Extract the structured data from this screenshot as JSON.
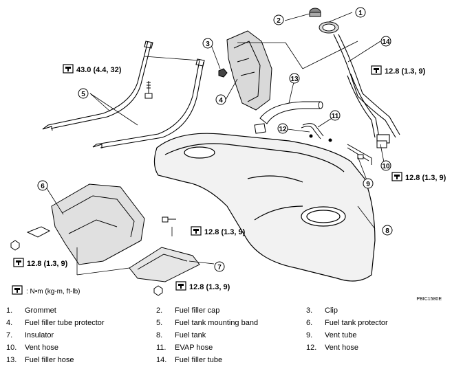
{
  "callouts": [
    {
      "n": "1"
    },
    {
      "n": "2"
    },
    {
      "n": "3"
    },
    {
      "n": "4"
    },
    {
      "n": "5"
    },
    {
      "n": "6"
    },
    {
      "n": "7"
    },
    {
      "n": "8"
    },
    {
      "n": "9"
    },
    {
      "n": "10"
    },
    {
      "n": "11"
    },
    {
      "n": "12"
    },
    {
      "n": "13"
    },
    {
      "n": "14"
    }
  ],
  "torques": {
    "band": "43.0 (4.4, 32)",
    "filler_tube": "12.8 (1.3, 9)",
    "vent_tube": "12.8 (1.3, 9)",
    "protector_right": "12.8 (1.3, 9)",
    "protector_left": "12.8 (1.3, 9)",
    "insulator": "12.8 (1.3, 9)"
  },
  "unit_key": ": N•m (kg-m, ft-lb)",
  "figure_code": "PBIC1580E",
  "legend": [
    {
      "num": "1.",
      "label": "Grommet"
    },
    {
      "num": "2.",
      "label": "Fuel filler cap"
    },
    {
      "num": "3.",
      "label": "Clip"
    },
    {
      "num": "4.",
      "label": "Fuel filler tube protector"
    },
    {
      "num": "5.",
      "label": "Fuel tank mounting band"
    },
    {
      "num": "6.",
      "label": "Fuel tank protector"
    },
    {
      "num": "7.",
      "label": "Insulator"
    },
    {
      "num": "8.",
      "label": "Fuel tank"
    },
    {
      "num": "9.",
      "label": "Vent tube"
    },
    {
      "num": "10.",
      "label": "Vent hose"
    },
    {
      "num": "11.",
      "label": "EVAP hose"
    },
    {
      "num": "12.",
      "label": "Vent hose"
    },
    {
      "num": "13.",
      "label": "Fuel filler hose"
    },
    {
      "num": "14.",
      "label": "Fuel filler tube"
    }
  ]
}
